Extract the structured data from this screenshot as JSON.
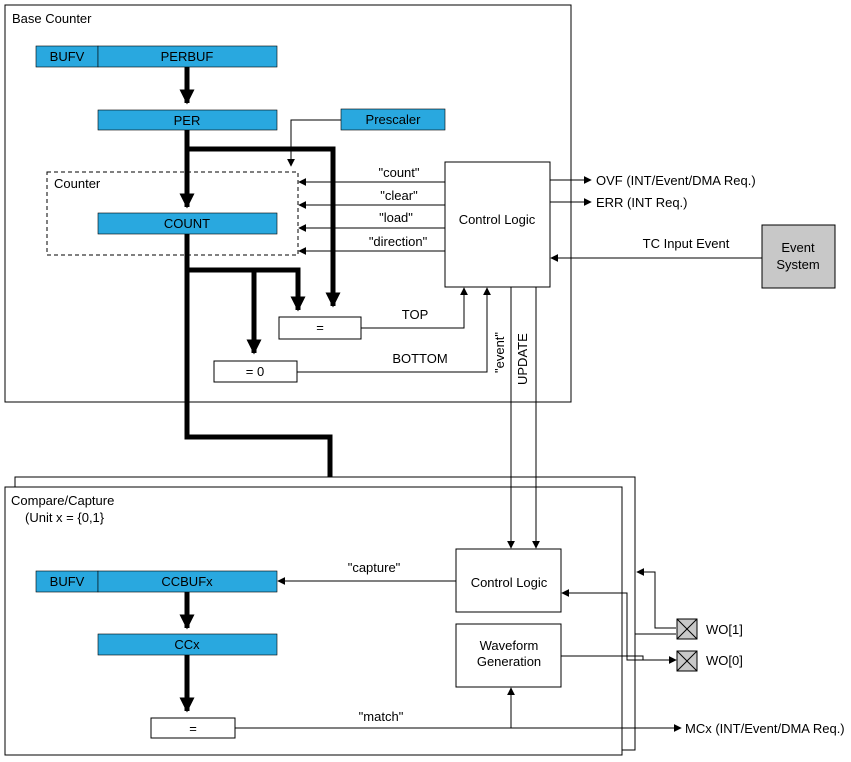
{
  "base_counter": {
    "title": "Base Counter",
    "bufv": "BUFV",
    "perbuf": "PERBUF",
    "per": "PER",
    "prescaler": "Prescaler",
    "counter_group": "Counter",
    "count": "COUNT",
    "eq_top_symbol": "=",
    "eq_zero_label": "= 0",
    "control_logic": "Control Logic",
    "signals": {
      "count": "\"count\"",
      "clear": "\"clear\"",
      "load": "\"load\"",
      "direction": "\"direction\"",
      "top": "TOP",
      "bottom": "BOTTOM",
      "event": "\"event\"",
      "update": "UPDATE"
    },
    "outputs": {
      "ovf": "OVF (INT/Event/DMA Req.)",
      "err": "ERR (INT Req.)"
    },
    "tc_input_event": "TC Input Event",
    "event_system": [
      "Event",
      "System"
    ]
  },
  "compare_capture": {
    "title": "Compare/Capture",
    "subtitle": "(Unit x = {0,1}",
    "bufv": "BUFV",
    "ccbufx": "CCBUFx",
    "ccx": "CCx",
    "eq_symbol": "=",
    "control_logic": "Control Logic",
    "waveform_generation": [
      "Waveform",
      "Generation"
    ],
    "signals": {
      "capture": "\"capture\"",
      "match": "\"match\""
    },
    "outputs": {
      "mcx": "MCx (INT/Event/DMA Req.)",
      "wo1": "WO[1]",
      "wo0": "WO[0]"
    }
  },
  "colors": {
    "register_fill": "#29a8df",
    "event_system_fill": "#c8c8c8",
    "pin_fill": "#c8c8c8",
    "line": "#000000"
  }
}
